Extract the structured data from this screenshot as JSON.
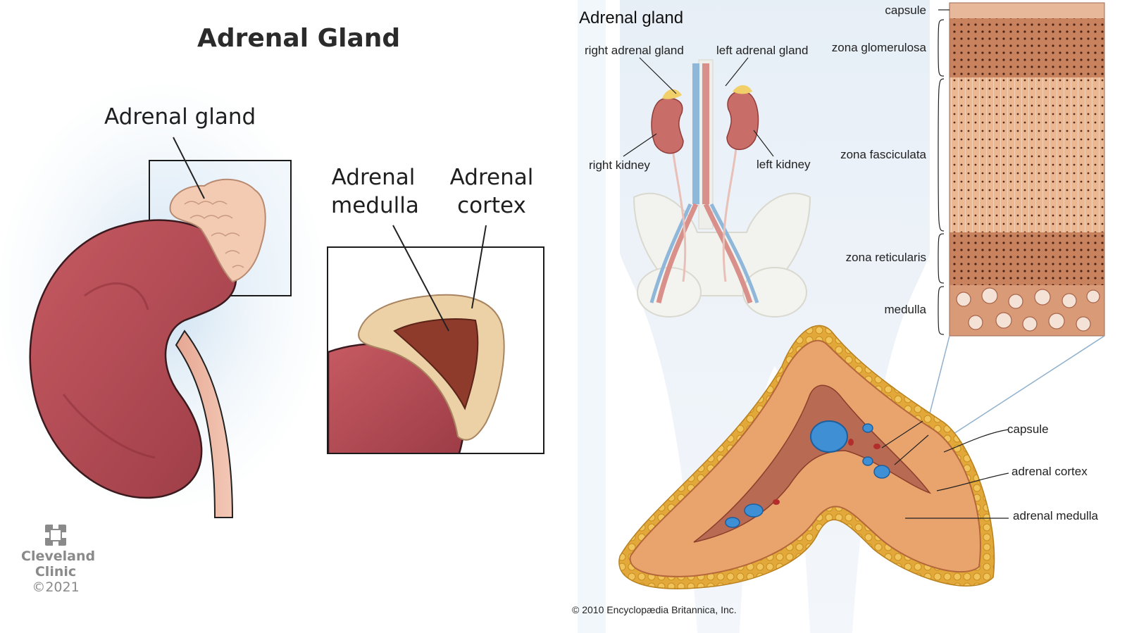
{
  "left": {
    "title": "Adrenal Gland",
    "label_gland": "Adrenal gland",
    "label_medulla_1": "Adrenal",
    "label_medulla_2": "medulla",
    "label_cortex_1": "Adrenal",
    "label_cortex_2": "cortex",
    "logo_line1": "Cleveland",
    "logo_line2": "Clinic",
    "logo_year": "©2021",
    "logo_icon": "cleveland-clinic-cross-icon"
  },
  "right": {
    "title": "Adrenal gland",
    "label_right_adrenal": "right adrenal gland",
    "label_left_adrenal": "left adrenal gland",
    "label_right_kidney": "right kidney",
    "label_left_kidney": "left kidney",
    "layer_capsule": "capsule",
    "layer_glomerulosa": "zona glomerulosa",
    "layer_fasciculata": "zona fasciculata",
    "layer_reticularis": "zona reticularis",
    "layer_medulla": "medulla",
    "section_capsule": "capsule",
    "section_cortex": "adrenal cortex",
    "section_medulla": "adrenal medulla",
    "copyright": "© 2010 Encyclopædia Britannica, Inc."
  },
  "colors": {
    "kidney": "#b34a52",
    "kidney_dark": "#7d2a34",
    "gland": "#f1c9ad",
    "cortex_tan": "#e8c79a",
    "medulla_brown": "#8a3a2a",
    "section_orange": "#e8a36f",
    "fat_yellow": "#e9b84a",
    "vessel_blue": "#2f7bc4"
  }
}
